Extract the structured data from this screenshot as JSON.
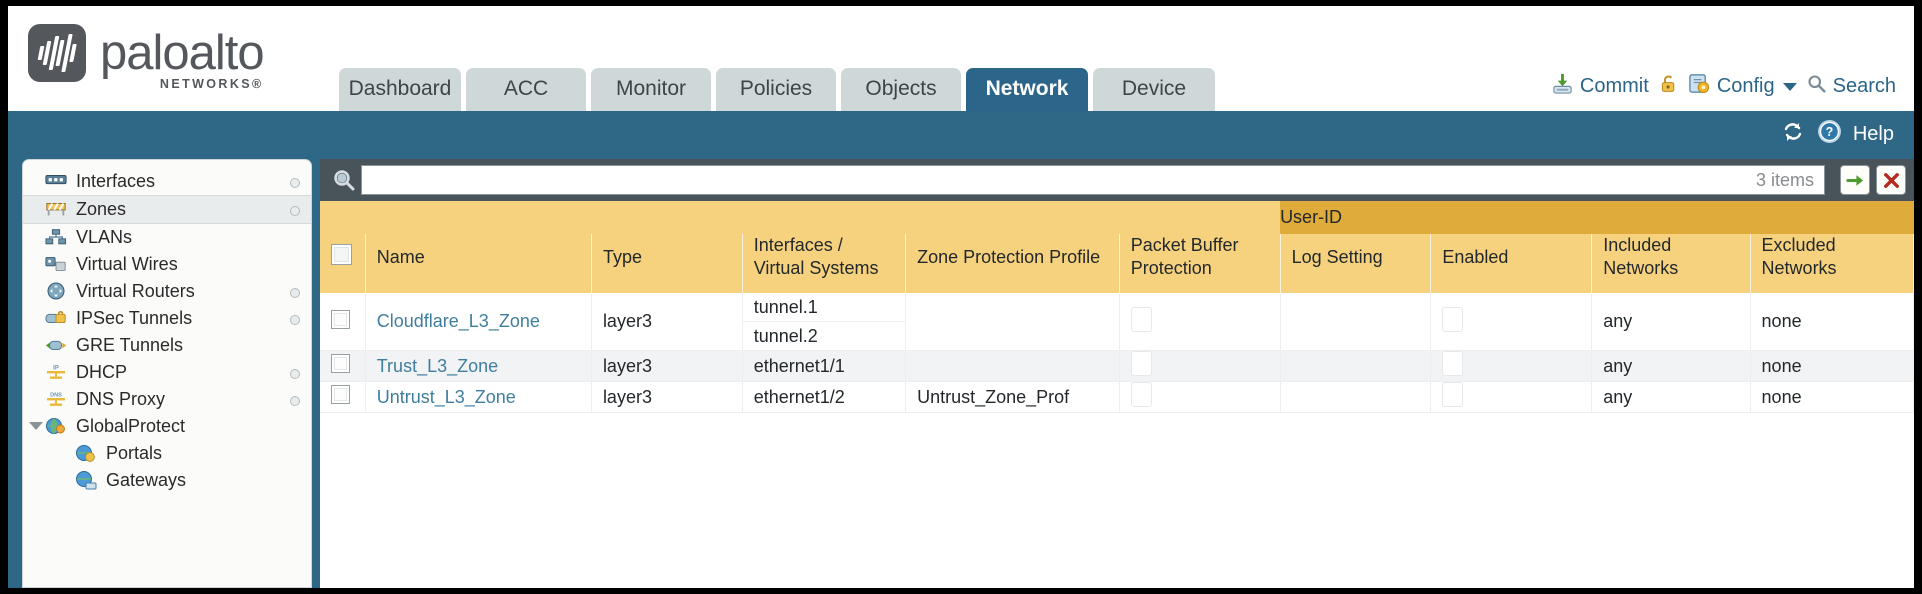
{
  "brand": {
    "name": "paloalto",
    "tagline": "NETWORKS",
    "registered": "®"
  },
  "tabs": [
    {
      "label": "Dashboard",
      "active": false
    },
    {
      "label": "ACC",
      "active": false
    },
    {
      "label": "Monitor",
      "active": false
    },
    {
      "label": "Policies",
      "active": false
    },
    {
      "label": "Objects",
      "active": false
    },
    {
      "label": "Network",
      "active": true
    },
    {
      "label": "Device",
      "active": false
    }
  ],
  "masthead_actions": {
    "commit": "Commit",
    "config": "Config",
    "search": "Search",
    "lock_icon": "lock-icon",
    "commit_icon": "commit-save-icon",
    "config_icon": "config-wrench-icon",
    "search_icon": "search-magnifier-icon"
  },
  "subbar": {
    "refresh_icon": "refresh-icon",
    "help_label": "Help",
    "help_icon": "help-question-icon"
  },
  "sidebar": {
    "items": [
      {
        "label": "Interfaces",
        "icon": "interfaces-icon",
        "selected": false,
        "dot": true,
        "child": false,
        "expander": false
      },
      {
        "label": "Zones",
        "icon": "zones-icon",
        "selected": true,
        "dot": true,
        "child": false,
        "expander": false
      },
      {
        "label": "VLANs",
        "icon": "vlans-icon",
        "selected": false,
        "dot": false,
        "child": false,
        "expander": false
      },
      {
        "label": "Virtual Wires",
        "icon": "virtual-wires-icon",
        "selected": false,
        "dot": false,
        "child": false,
        "expander": false
      },
      {
        "label": "Virtual Routers",
        "icon": "virtual-routers-icon",
        "selected": false,
        "dot": true,
        "child": false,
        "expander": false
      },
      {
        "label": "IPSec Tunnels",
        "icon": "ipsec-tunnels-icon",
        "selected": false,
        "dot": true,
        "child": false,
        "expander": false
      },
      {
        "label": "GRE Tunnels",
        "icon": "gre-tunnels-icon",
        "selected": false,
        "dot": false,
        "child": false,
        "expander": false
      },
      {
        "label": "DHCP",
        "icon": "dhcp-icon",
        "selected": false,
        "dot": true,
        "child": false,
        "expander": false
      },
      {
        "label": "DNS Proxy",
        "icon": "dns-proxy-icon",
        "selected": false,
        "dot": true,
        "child": false,
        "expander": false
      },
      {
        "label": "GlobalProtect",
        "icon": "globalprotect-icon",
        "selected": false,
        "dot": false,
        "child": false,
        "expander": true
      },
      {
        "label": "Portals",
        "icon": "portals-icon",
        "selected": false,
        "dot": false,
        "child": true,
        "expander": false
      },
      {
        "label": "Gateways",
        "icon": "gateways-icon",
        "selected": false,
        "dot": false,
        "child": true,
        "expander": false
      }
    ]
  },
  "filter": {
    "value": "",
    "placeholder": "",
    "items_count": "3 items",
    "search_icon": "search-magnifier-icon",
    "apply_icon": "green-arrow-apply-icon",
    "clear_icon": "red-x-clear-icon"
  },
  "table": {
    "group_header": "User-ID",
    "columns": [
      "Name",
      "Type",
      "Interfaces / Virtual Systems",
      "Zone Protection Profile",
      "Packet Buffer Protection",
      "Log Setting",
      "Enabled",
      "Included Networks",
      "Excluded Networks"
    ],
    "rows": [
      {
        "name": "Cloudflare_L3_Zone",
        "type": "layer3",
        "interfaces": [
          "tunnel.1",
          "tunnel.2"
        ],
        "zone_protection_profile": "",
        "packet_buffer_protection": false,
        "log_setting": "",
        "userid_enabled": false,
        "included_networks": "any",
        "excluded_networks": "none",
        "shaded": false
      },
      {
        "name": "Trust_L3_Zone",
        "type": "layer3",
        "interfaces": [
          "ethernet1/1"
        ],
        "zone_protection_profile": "",
        "packet_buffer_protection": false,
        "log_setting": "",
        "userid_enabled": false,
        "included_networks": "any",
        "excluded_networks": "none",
        "shaded": true
      },
      {
        "name": "Untrust_L3_Zone",
        "type": "layer3",
        "interfaces": [
          "ethernet1/2"
        ],
        "zone_protection_profile": "Untrust_Zone_Prof",
        "packet_buffer_protection": false,
        "log_setting": "",
        "userid_enabled": false,
        "included_networks": "any",
        "excluded_networks": "none",
        "shaded": false
      }
    ]
  },
  "colors": {
    "brand_gray": "#54585c",
    "header_blue": "#2f6886",
    "active_tab": "#2b658a",
    "table_header": "#f6d27e",
    "group_header": "#dfab3b",
    "link": "#3f7e9e"
  }
}
